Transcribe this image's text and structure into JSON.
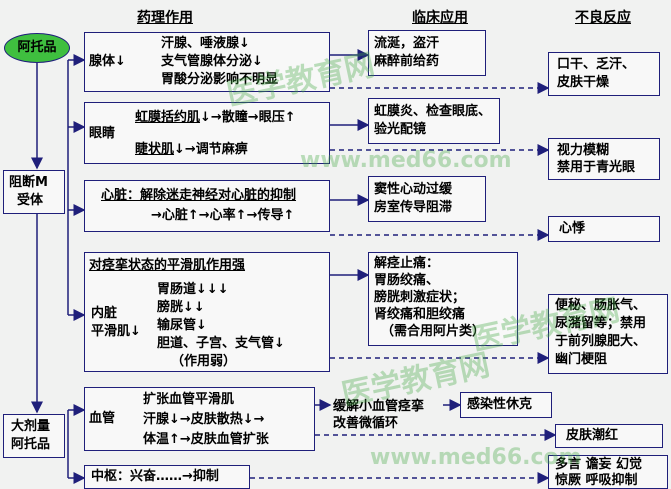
{
  "headers": {
    "mechanism": "药理作用",
    "clinical": "临床应用",
    "adverse": "不良反应"
  },
  "drug": "阿托品",
  "receptor_block": [
    "阻断M",
    "受体"
  ],
  "high_dose": [
    "大剂量",
    "阿托品"
  ],
  "glands": {
    "label": "腺体↓",
    "lines": [
      "汗腺、唾液腺↓",
      "支气管腺体分泌↓",
      "胃酸分泌影响不明显"
    ],
    "use": [
      "流涎，盗汗",
      "麻醉前给药"
    ],
    "adverse": [
      "口干、乏汗、",
      "皮肤干燥"
    ]
  },
  "eye": {
    "label": "眼睛",
    "line1": [
      "虹膜括约肌",
      "↓→散瞳→眼压",
      "↑"
    ],
    "line2": [
      "睫状肌",
      "↓→调节麻痹"
    ],
    "use": [
      "虹膜炎、检查眼底、",
      "验光配镜"
    ],
    "adverse": [
      "视力模糊",
      "禁用于青光眼"
    ]
  },
  "heart": {
    "title": "心脏：解除迷走神经对心脏的抑制",
    "line": "→心脏↑→心率↑→传导↑",
    "use": [
      "窦性心动过缓",
      "房室传导阻滞"
    ],
    "adverse": "心悸"
  },
  "smooth": {
    "title": "对痉挛状态的平滑肌作用强",
    "label": [
      "内脏",
      "平滑肌↓"
    ],
    "lines": [
      "胃肠道↓↓↓",
      "膀胱↓↓",
      "输尿管↓",
      "胆道、子宫、支气管↓",
      "（作用弱）"
    ],
    "use": [
      "解痉止痛：",
      "胃肠绞痛、",
      "膀胱刺激症状；",
      "肾绞痛和胆绞痛",
      "（需合用阿片类）"
    ],
    "adverse": [
      "便秘、肠胀气、",
      "尿潴留等；禁用",
      "于前列腺肥大、",
      "幽门梗阻"
    ]
  },
  "vessel": {
    "label": "血管",
    "lines": [
      "扩张血管平滑肌",
      "汗腺↓→皮肤散热↓→",
      "体温↑→皮肤血管扩张"
    ],
    "effect": [
      "缓解小血管痉挛",
      "改善微循环"
    ],
    "use": "感染性休克",
    "adverse": "皮肤潮红"
  },
  "cns": {
    "line": "中枢：兴奋……→抑制",
    "adverse": [
      "多言 谵妄 幻觉",
      "惊厥 呼吸抑制"
    ]
  },
  "watermarks": [
    "医学教育网",
    "www.med66.com"
  ]
}
